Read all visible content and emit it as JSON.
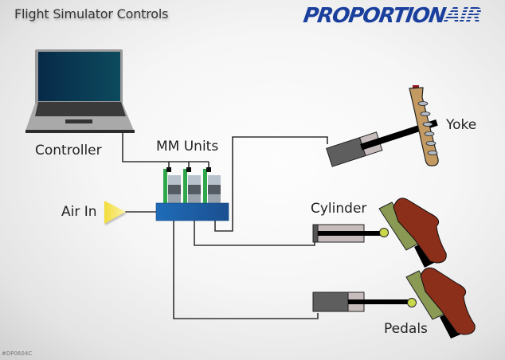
{
  "header": {
    "title": "Flight Simulator Controls",
    "brand_main": "PROPORTION",
    "brand_suffix": "AIR"
  },
  "labels": {
    "controller": "Controller",
    "mm_units": "MM Units",
    "air_in": "Air In",
    "yoke": "Yoke",
    "cylinder": "Cylinder",
    "pedals": "Pedals"
  },
  "footer": {
    "code": "#DP0604C"
  },
  "colors": {
    "brand": "#1a3f9c",
    "manifold": "#1e5fa8",
    "mm_green": "#2ea84a",
    "air_arrow": "#f5e04a",
    "yoke": "#c49a63",
    "pedal_plate": "#8a9a55",
    "foot": "#8b2e1a",
    "laptop_screen": "#0b3a55"
  },
  "diagram": {
    "nodes": [
      "Controller",
      "MM Units",
      "Air In",
      "Yoke",
      "Cylinder",
      "Pedals"
    ],
    "mm_unit_count": 3,
    "connections": [
      [
        "Controller",
        "MM Units"
      ],
      [
        "Air In",
        "MM Units"
      ],
      [
        "MM Units",
        "Yoke"
      ],
      [
        "MM Units",
        "Cylinder"
      ],
      [
        "MM Units",
        "Pedals"
      ]
    ]
  }
}
